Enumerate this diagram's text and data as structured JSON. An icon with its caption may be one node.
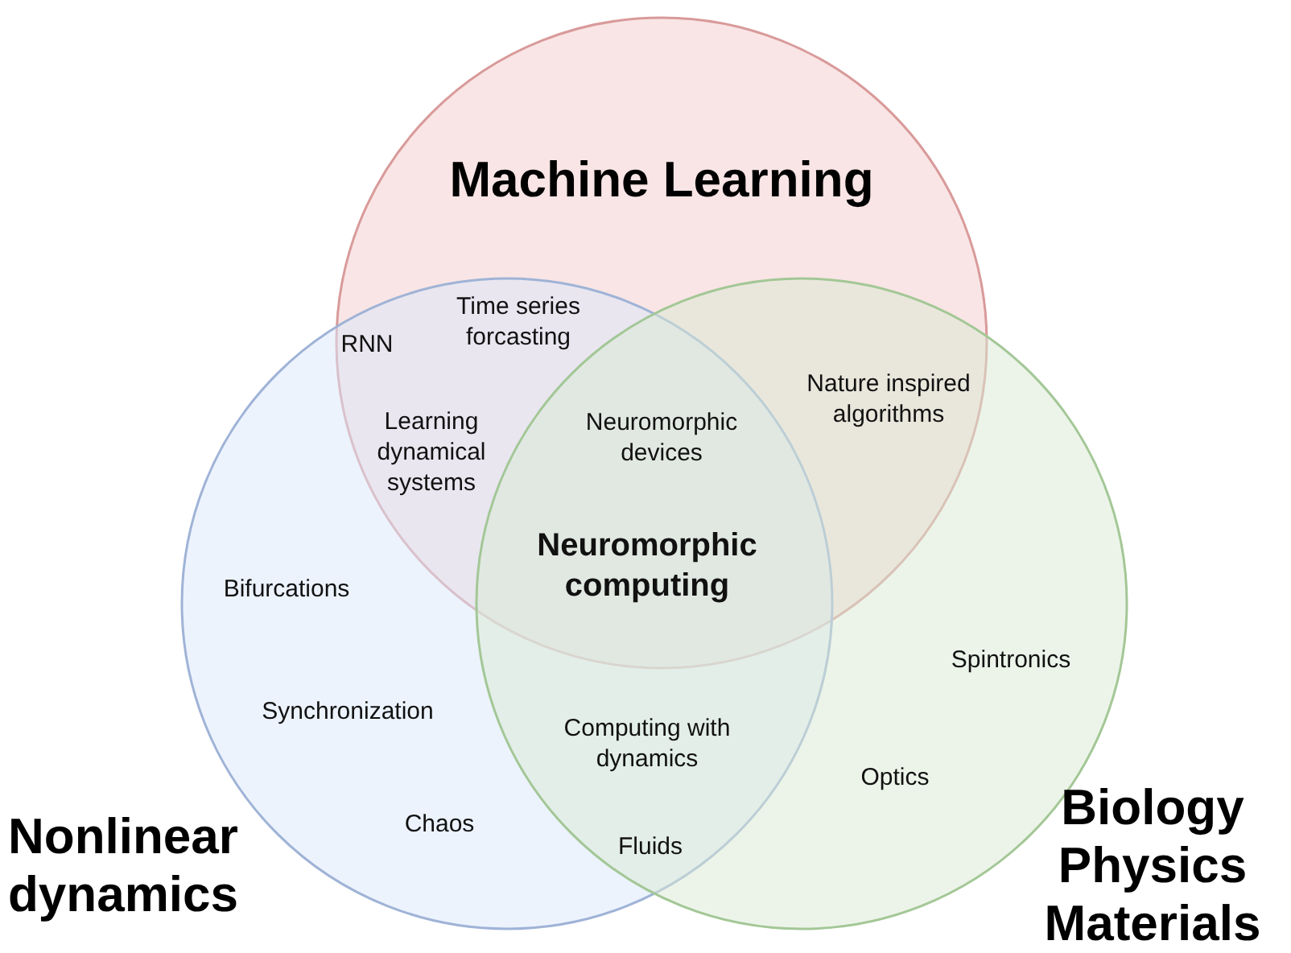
{
  "diagram": {
    "nodes": [
      {
        "text": [
          "Machine Learning"
        ]
      },
      {
        "text": [
          "Nonlinear dynamics"
        ]
      },
      {
        "text": [
          "Biology Physics Materials"
        ]
      }
    ],
    "labels": [
      "Time series forcasting",
      "RNN",
      "Nature inspired algorithms",
      "Learning dynamical systems",
      "Neuromorphic devices",
      "Neuromorphic computing",
      "Bifurcations",
      "Spintronics",
      "Synchronization",
      "Computing with dynamics",
      "Optics",
      "Chaos",
      "Fluids"
    ]
  }
}
